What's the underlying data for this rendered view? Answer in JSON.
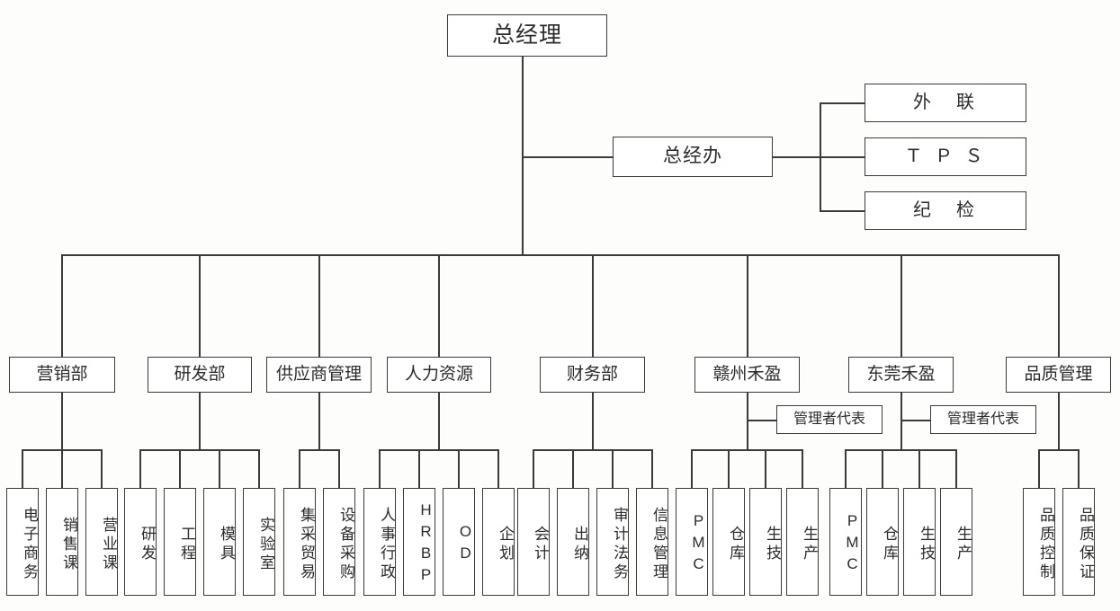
{
  "diagram": {
    "title_text": "总经理",
    "background": "#fdfdfc",
    "line_color": "#3a3a3a",
    "box_fill": "#ffffff"
  },
  "root": {
    "label": "总经理"
  },
  "gm_office": {
    "label": "总经办"
  },
  "gm_office_children": [
    {
      "label": "外　联"
    },
    {
      "label": "Ｔ Ｐ Ｓ"
    },
    {
      "label": "纪　检"
    }
  ],
  "departments": [
    {
      "label": "营销部",
      "children": [
        {
          "label": "电子商务"
        },
        {
          "label": "销售课"
        },
        {
          "label": "营业课"
        }
      ]
    },
    {
      "label": "研发部",
      "children": [
        {
          "label": "研发"
        },
        {
          "label": "工程"
        },
        {
          "label": "模具"
        },
        {
          "label": "实验室"
        }
      ]
    },
    {
      "label": "供应商管理",
      "children": [
        {
          "label": "集采贸易"
        },
        {
          "label": "设备采购"
        }
      ]
    },
    {
      "label": "人力资源",
      "children": [
        {
          "label": "人事行政"
        },
        {
          "label": "HRBP"
        },
        {
          "label": "OD"
        },
        {
          "label": "企划"
        }
      ]
    },
    {
      "label": "财务部",
      "children": [
        {
          "label": "会计"
        },
        {
          "label": "出纳"
        },
        {
          "label": "审计法务"
        },
        {
          "label": "信息管理"
        }
      ]
    },
    {
      "label": "赣州禾盈",
      "representative": "管理者代表",
      "children": [
        {
          "label": "PMC"
        },
        {
          "label": "仓库"
        },
        {
          "label": "生技"
        },
        {
          "label": "生产"
        }
      ]
    },
    {
      "label": "东莞禾盈",
      "representative": "管理者代表",
      "children": [
        {
          "label": "PMC"
        },
        {
          "label": "仓库"
        },
        {
          "label": "生技"
        },
        {
          "label": "生产"
        }
      ]
    },
    {
      "label": "品质管理",
      "children": [
        {
          "label": "品质控制"
        },
        {
          "label": "品质保证"
        }
      ]
    }
  ]
}
